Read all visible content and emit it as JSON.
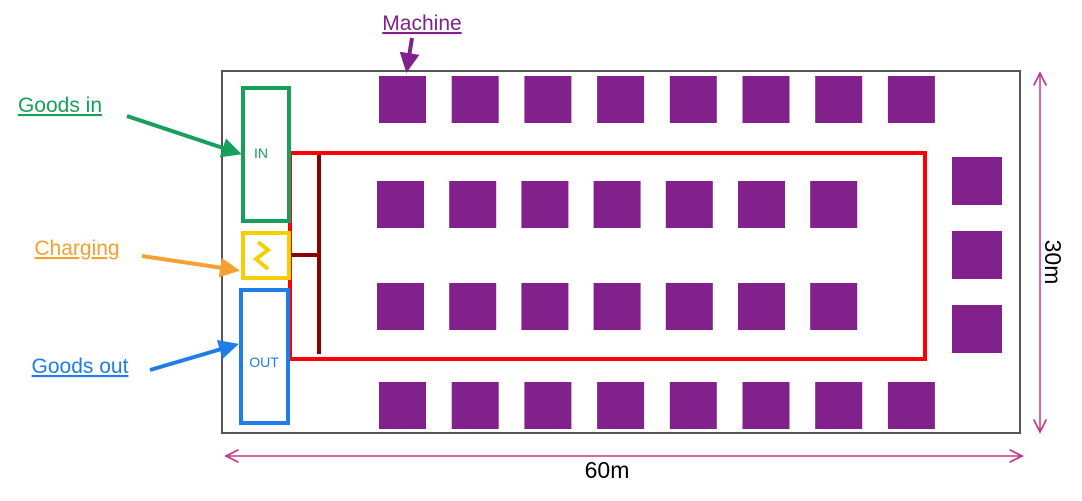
{
  "labels": {
    "machine": "Machine",
    "goods_in": "Goods in",
    "charging": "Charging",
    "goods_out": "Goods out",
    "in_box": "IN",
    "out_box": "OUT",
    "width_dim": "60m",
    "height_dim": "30m"
  },
  "colors": {
    "machine": "#82218b",
    "goods_in": "#16a05a",
    "charging": "#f5d000",
    "charging_label": "#f5a030",
    "goods_out": "#1e7de6",
    "route": "#ff0000",
    "spur": "#8b0000",
    "dimension": "#c0398e",
    "outline": "#555555"
  },
  "icons": {
    "charging": "lightning-icon"
  },
  "layout": {
    "machine_rows": [
      {
        "name": "top",
        "count": 8
      },
      {
        "name": "inner-upper",
        "count": 7
      },
      {
        "name": "inner-lower",
        "count": 7
      },
      {
        "name": "bottom",
        "count": 8
      }
    ],
    "right_column_count": 3
  }
}
